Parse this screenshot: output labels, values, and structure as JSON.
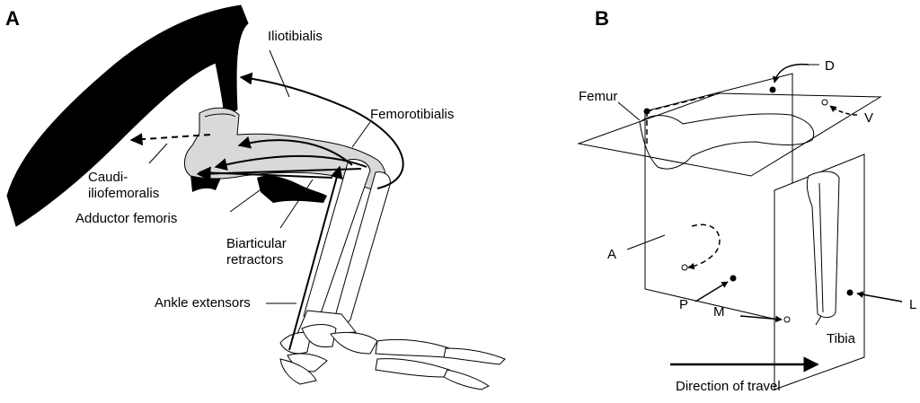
{
  "panels": {
    "a": {
      "letter": "A",
      "labels": {
        "iliotibialis": "Iliotibialis",
        "femorotibialis": "Femorotibialis",
        "caudi_line1": "Caudi-",
        "caudi_line2": "iliofemoralis",
        "adductor": "Adductor femoris",
        "biarticular_line1": "Biarticular",
        "biarticular_line2": "retractors",
        "ankle": "Ankle extensors"
      }
    },
    "b": {
      "letter": "B",
      "labels": {
        "femur": "Femur",
        "tibia": "Tibia",
        "d": "D",
        "v": "V",
        "a": "A",
        "p": "P",
        "m": "M",
        "l": "L",
        "travel": "Direction of travel"
      }
    }
  },
  "colors": {
    "ink": "#000000",
    "bone_fill": "#d9d9d9",
    "background": "#ffffff"
  }
}
